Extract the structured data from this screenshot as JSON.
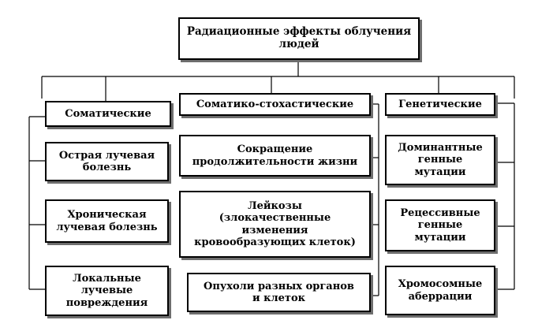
{
  "root": {
    "label": "Радиационные эффекты облучения\nлюдей"
  },
  "categories": [
    {
      "label": "Соматические",
      "effects": [
        "Острая лучевая\nболезнь",
        "Хроническая\nлучевая болезнь",
        "Локальные\nлучевые\nповреждения"
      ]
    },
    {
      "label": "Соматико-стохастические",
      "effects": [
        "Сокращение\nпродолжительности жизни",
        "Лейкозы\n(злокачественные\nизменения\nкровообразующих клеток)",
        "Опухоли разных органов\nи клеток"
      ]
    },
    {
      "label": "Генетические",
      "effects": [
        "Доминантные\nгенные\nмутации",
        "Рецессивные\nгенные\nмутации",
        "Хромосомные\nаберрации"
      ]
    }
  ]
}
